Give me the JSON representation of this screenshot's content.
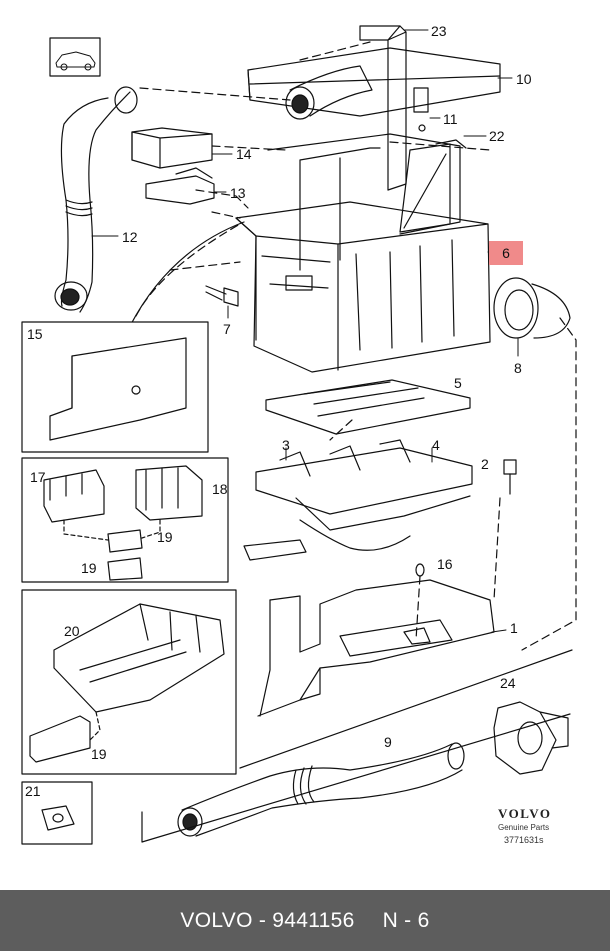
{
  "callouts": {
    "c23": "23",
    "c10": "10",
    "c11": "11",
    "c22": "22",
    "c14": "14",
    "c13": "13",
    "c12": "12",
    "c6": "6",
    "c7": "7",
    "c8": "8",
    "c15": "15",
    "c5": "5",
    "c3": "3",
    "c4": "4",
    "c2": "2",
    "c17": "17",
    "c18": "18",
    "c19a": "19",
    "c19b": "19",
    "c16": "16",
    "c1": "1",
    "c20": "20",
    "c24": "24",
    "c9": "9",
    "c19c": "19",
    "c21": "21"
  },
  "highlight_color": "#f08a8a",
  "brand": {
    "logo": "VOLVO",
    "subtitle": "Genuine Parts",
    "diagram_number": "3771631s"
  },
  "footer": {
    "part_label": "VOLVO - 9441156",
    "position": "N - 6",
    "background": "#5d5d5d"
  }
}
